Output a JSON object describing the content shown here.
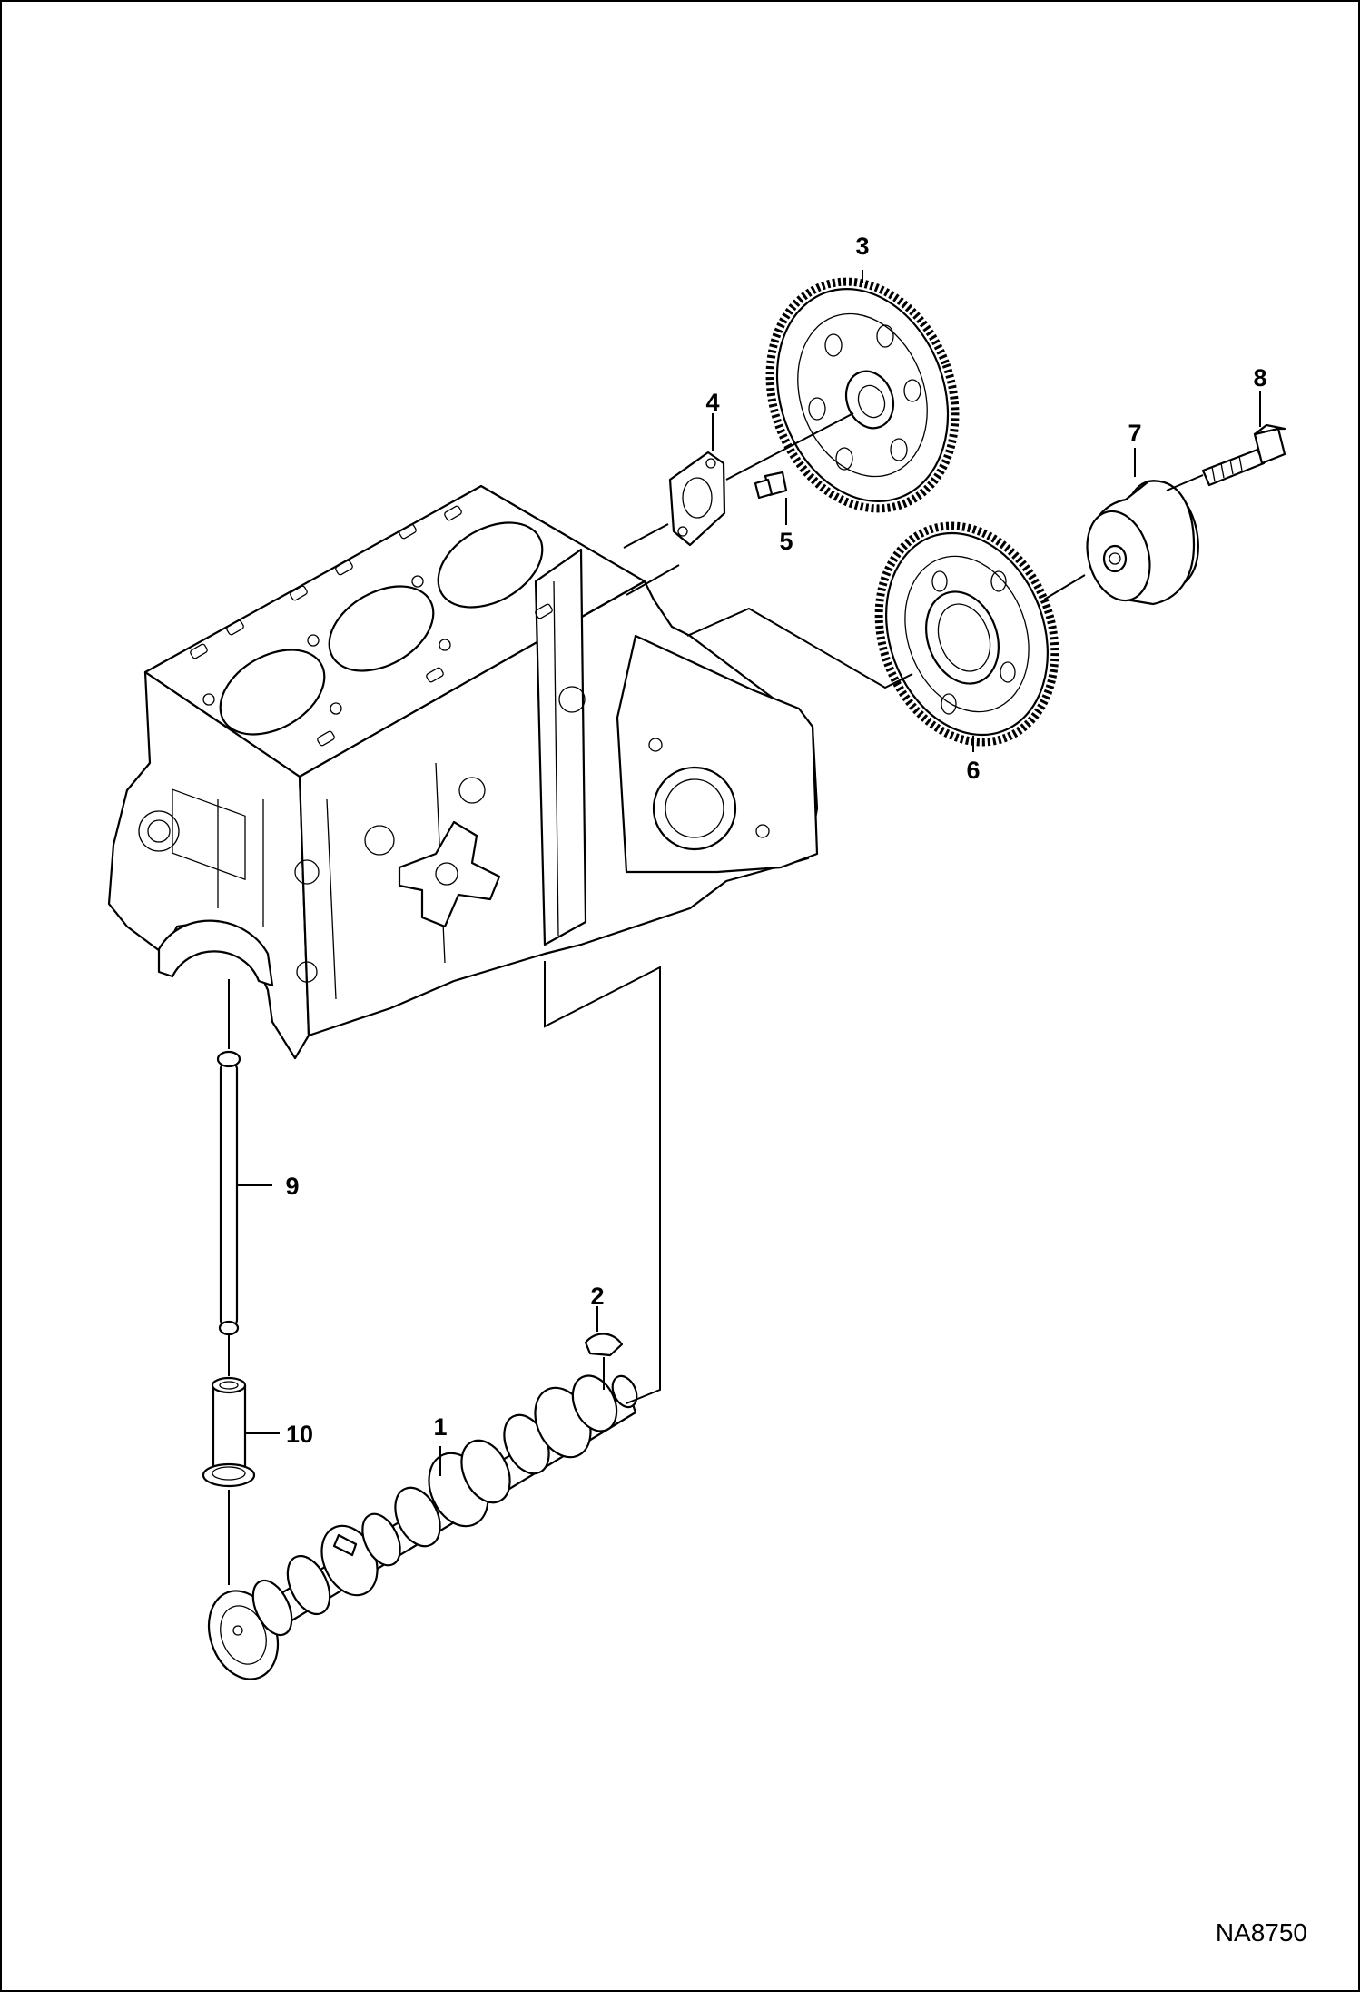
{
  "callouts": {
    "c1": "1",
    "c2": "2",
    "c3": "3",
    "c4": "4",
    "c5": "5",
    "c6": "6",
    "c7": "7",
    "c8": "8",
    "c9": "9",
    "c10": "10"
  },
  "reference_code": "NA8750",
  "colors": {
    "line": "#000000",
    "background": "#ffffff"
  }
}
